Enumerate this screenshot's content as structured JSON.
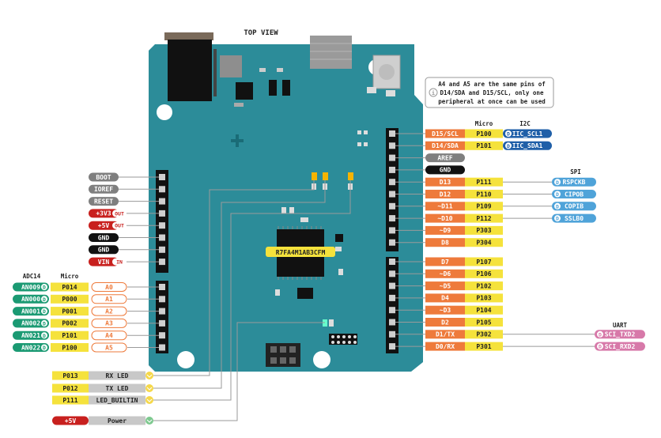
{
  "title": "TOP VIEW",
  "note": [
    "A4 and A5 are the same pins of",
    "D14/SDA and D15/SCL, only one",
    "peripheral at once can be used"
  ],
  "chip_label": "R7FA4M1AB3CFM",
  "colors": {
    "board": "#2c8c99",
    "power_red": "#c8201e",
    "gray": "#7f7f7f",
    "black": "#111111",
    "digital_orange": "#ee7a3b",
    "micro_yellow": "#f5e23c",
    "adc_green": "#1b9a73",
    "spi_blue": "#4fa3d9",
    "i2c_blue": "#1f5fa8",
    "uart_pink": "#d779a9",
    "led_gray": "#c8c8c8"
  },
  "headers": {
    "adc": "ADC14",
    "micro_left": "Micro",
    "micro_right": "Micro",
    "i2c": "I2C",
    "spi": "SPI",
    "uart": "UART"
  },
  "left_power": [
    {
      "label": "BOOT",
      "type": "gray"
    },
    {
      "label": "IOREF",
      "type": "gray"
    },
    {
      "label": "RESET",
      "type": "gray"
    },
    {
      "label": "+3V3",
      "type": "red",
      "tag": "OUT"
    },
    {
      "label": "+5V",
      "type": "red",
      "tag": "OUT"
    },
    {
      "label": "GND",
      "type": "black"
    },
    {
      "label": "GND",
      "type": "black"
    },
    {
      "label": "VIN",
      "type": "red",
      "tag": "IN"
    }
  ],
  "left_analog": [
    {
      "adc": "AN009",
      "micro": "P014",
      "pin": "A0"
    },
    {
      "adc": "AN000",
      "micro": "P000",
      "pin": "A1"
    },
    {
      "adc": "AN001",
      "micro": "P001",
      "pin": "A2"
    },
    {
      "adc": "AN002",
      "micro": "P002",
      "pin": "A3"
    },
    {
      "adc": "AN021",
      "micro": "P101",
      "pin": "A4"
    },
    {
      "adc": "AN022",
      "micro": "P100",
      "pin": "A5"
    }
  ],
  "right_top": [
    {
      "pin": "D15/SCL",
      "micro": "P100",
      "i2c": "IIC_SCL1",
      "type": "orange"
    },
    {
      "pin": "D14/SDA",
      "micro": "P101",
      "i2c": "IIC_SDA1",
      "type": "orange"
    },
    {
      "pin": "AREF",
      "type": "gray"
    },
    {
      "pin": "GND",
      "type": "black"
    },
    {
      "pin": "D13",
      "micro": "P111",
      "spi": "RSPCKB",
      "type": "orange"
    },
    {
      "pin": "D12",
      "micro": "P110",
      "spi": "CIPOB",
      "type": "orange"
    },
    {
      "pin": "~D11",
      "micro": "P109",
      "spi": "COPIB",
      "type": "orange"
    },
    {
      "pin": "~D10",
      "micro": "P112",
      "spi": "SSLB0",
      "type": "orange"
    },
    {
      "pin": "~D9",
      "micro": "P303",
      "type": "orange"
    },
    {
      "pin": "D8",
      "micro": "P304",
      "type": "orange"
    }
  ],
  "right_bottom": [
    {
      "pin": "D7",
      "micro": "P107"
    },
    {
      "pin": "~D6",
      "micro": "P106"
    },
    {
      "pin": "~D5",
      "micro": "P102"
    },
    {
      "pin": "D4",
      "micro": "P103"
    },
    {
      "pin": "~D3",
      "micro": "P104"
    },
    {
      "pin": "D2",
      "micro": "P105"
    },
    {
      "pin": "D1/TX",
      "micro": "P302",
      "uart": "SCI_TXD2"
    },
    {
      "pin": "D0/RX",
      "micro": "P301",
      "uart": "SCI_RXD2"
    }
  ],
  "leds": [
    {
      "micro": "P013",
      "label": "RX LED"
    },
    {
      "micro": "P012",
      "label": "TX LED"
    },
    {
      "micro": "P111",
      "label": "LED_BUILTIN"
    },
    {
      "micro": "+5V",
      "label": "Power"
    }
  ]
}
